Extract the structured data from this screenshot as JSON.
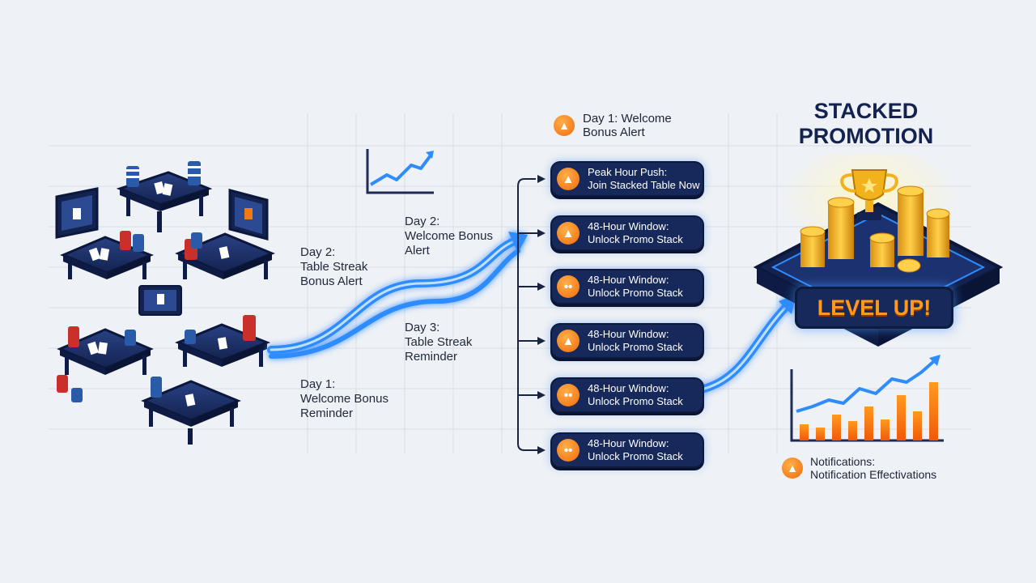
{
  "steps": {
    "day2_table": "Day 2:\nTable Streak\nBonus Alert",
    "day1_reminder": "Day 1:\nWelcome Bonus\nReminder",
    "day2_welcome": "Day 2:\nWelcome Bonus\nAlert",
    "day3_table": "Day 3:\nTable Streak\nReminder"
  },
  "top_alert": {
    "line1": "Day 1: Welcome",
    "line2": "Bonus Alert"
  },
  "notifications": [
    {
      "title": "Peak Hour Push:",
      "subtitle": "Join Stacked Table Now",
      "icon": "bell-icon"
    },
    {
      "title": "48-Hour Window:",
      "subtitle": "Unlock Promo Stack",
      "icon": "bell-icon"
    },
    {
      "title": "48-Hour Window:",
      "subtitle": "Unlock Promo Stack",
      "icon": "chat-icon"
    },
    {
      "title": "48-Hour Window:",
      "subtitle": "Unlock Promo Stack",
      "icon": "bell-icon"
    },
    {
      "title": "48-Hour Window:",
      "subtitle": "Unlock Promo Stack",
      "icon": "chat-icon"
    },
    {
      "title": "48-Hour Window:",
      "subtitle": "Unlock Promo Stack",
      "icon": "chat-icon"
    }
  ],
  "promotion": {
    "title_line1": "STACKED",
    "title_line2": "PROMOTION",
    "badge": "LEVEL UP!"
  },
  "legend": {
    "line1": "Notifications:",
    "line2": "Notification Effectivations"
  },
  "colors": {
    "navy": "#16295a",
    "orange": "#f47a12",
    "blue_glow": "#2f8cff",
    "gold": "#f2b21c"
  }
}
